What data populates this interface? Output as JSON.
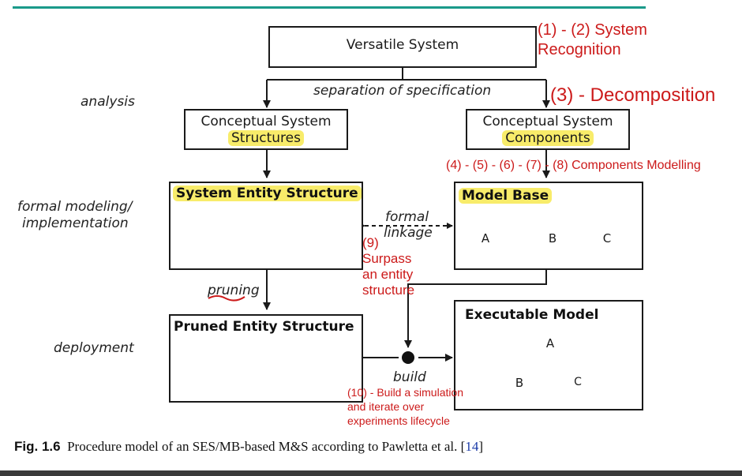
{
  "nodes": {
    "versatile_system": "Versatile System",
    "conceptual_structures_line1": "Conceptual System",
    "conceptual_structures_line2": "Structures",
    "conceptual_components_line1": "Conceptual System",
    "conceptual_components_line2": "Components",
    "system_entity_structure": "System Entity Structure",
    "model_base": "Model Base",
    "pruned_entity_structure": "Pruned Entity Structure",
    "executable_model": "Executable Model",
    "component_a": "A",
    "component_b": "B",
    "component_c": "C",
    "exec_a": "A",
    "exec_b": "B",
    "exec_c": "C"
  },
  "edge_labels": {
    "separation": "separation of specification",
    "formal_line1": "formal",
    "formal_line2": "linkage",
    "pruning": "pruning",
    "build": "build"
  },
  "phases": {
    "analysis": "analysis",
    "formal_line1": "formal modeling/",
    "formal_line2": "implementation",
    "deployment": "deployment"
  },
  "annotations": {
    "recognition_line1": "(1) - (2) System",
    "recognition_line2": "Recognition",
    "decomposition": "(3) - Decomposition",
    "components_modelling": "(4) - (5) - (6) - (7) - (8) Components Modelling",
    "surpass_line1": "(9)",
    "surpass_line2": "Surpass",
    "surpass_line3": "an entity",
    "surpass_line4": "structure",
    "build_sim_line1": "(10) - Build a simulation",
    "build_sim_line2": "and iterate over",
    "build_sim_line3": "experiments lifecycle"
  },
  "caption": {
    "label": "Fig. 1.6",
    "text_before": "Procedure model of an SES/MB-based M&S according to Pawletta et al. [",
    "ref": "14",
    "text_after": "]"
  },
  "colors": {
    "accent_line": "#1a9a8a",
    "annotation_red": "#cc1a1a",
    "highlight_yellow": "#f8ec6a"
  }
}
